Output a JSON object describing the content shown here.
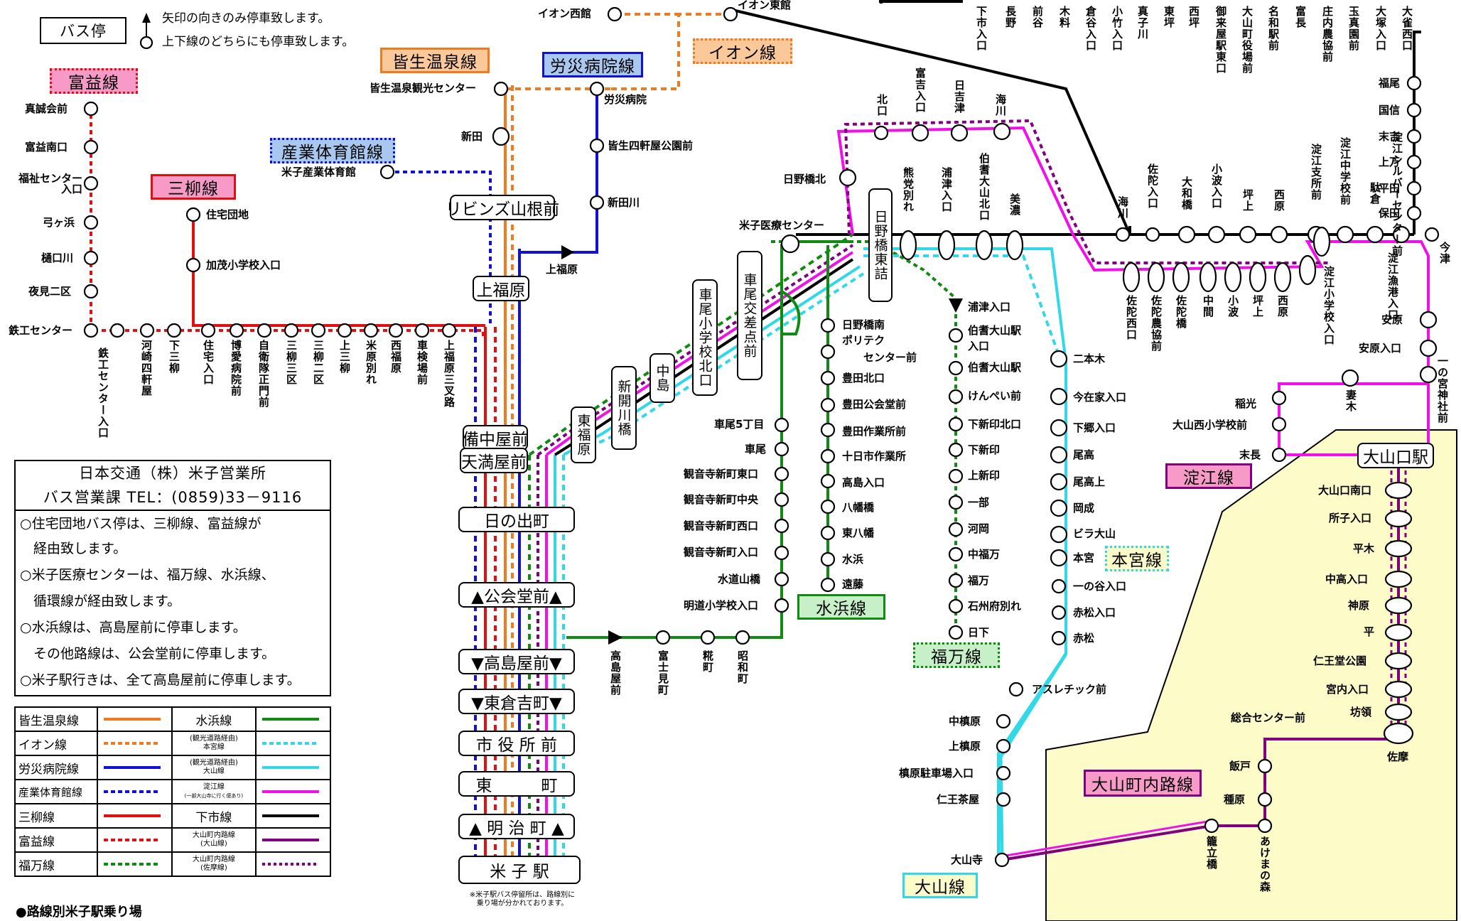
{
  "title_legend": {
    "bus_stop": "バス停",
    "arrow_note": "矢印の向きのみ停車致します。",
    "both_note": "上下線のどちらにも停車致します。",
    "platform_note": "●路線別米子駅乗り場",
    "station_note": "※米子駅バス停留所は、路線別に乗り場が分かれております。"
  },
  "company": {
    "name": "日本交通（株）米子営業所",
    "tel": "バス営業課 TEL：(0859)33－9116",
    "notes": [
      "○住宅団地バス停は、三柳線、富益線が",
      "　経由致します。",
      "○米子医療センターは、福万線、水浜線、",
      "　循環線が経由致します。",
      "○水浜線は、高島屋前に停車します。",
      "　その他路線は、公会堂前に停車します。",
      "○米子駅行きは、全て高島屋前に停車します。"
    ]
  },
  "route_labels": {
    "tomimasu": "富益線",
    "mitsuyanagi": "三柳線",
    "sangyo": "産業体育館線",
    "kaike": "皆生温泉線",
    "rosai": "労災病院線",
    "aeon": "イオン線",
    "mizuhama": "水浜線",
    "fukuman": "福万線",
    "motomiya": "本宮線",
    "daisen": "大山線",
    "yodoe": "淀江線",
    "daisencho": "大山町内路線"
  },
  "colors": {
    "kaike": "#f07a20",
    "aeon": "#f07a20",
    "rosai": "#1010d8",
    "sangyo": "#1010d8",
    "mitsuyanagi": "#e01010",
    "tomimasu": "#e01010",
    "fukuman": "#108a10",
    "mizuhama": "#108a10",
    "motomiya": "#30d8e8",
    "daisen": "#30d8e8",
    "yodoe": "#f010e8",
    "shimoichi": "#000000",
    "daisencho": "#800080",
    "tag_pink": "#f79ac8",
    "tag_orange": "#fbc89a",
    "tag_blue": "#a8c8f0",
    "tag_green": "#c8f0c8",
    "tag_yellow": "#fdfbc8",
    "tag_red": "#f79ac8"
  },
  "trunk_boxes": [
    "リビンズ山根前",
    "上福原",
    "備中屋前",
    "天満屋前",
    "日の出町",
    "▲公会堂前▲",
    "▼高島屋前▼",
    "▼東倉吉町▼",
    "市 役 所 前",
    "東　　　町",
    "▲ 明 治 町 ▲",
    "米 子 駅"
  ],
  "diag_boxes": [
    "東福原",
    "新開川橋",
    "中島",
    "車尾小学校北口",
    "車尾交差点前",
    "日野橋東詰"
  ],
  "terminal_box": "大山口駅",
  "stops": {
    "aeon_nishi": "イオン西館",
    "aeon_higashi": "イオン東館",
    "kaike_kanko": "皆生温泉観光センター",
    "shinden": "新田",
    "rosai_byoin": "労災病院",
    "kaike4": "皆生四軒屋公園前",
    "shindengawa": "新田川",
    "sangyo_gym": "米子産業体育館",
    "kamifukuhara_arrow": "上福原",
    "shinseikai": "真誠会前",
    "tomimasu_minami": "富益南口",
    "fukushi_center": "福祉センター入口",
    "yumigahama": "弓ヶ浜",
    "hiyokawa": "樋口川",
    "yomiganiku": "夜見二区",
    "tekko_center": "鉄工センター",
    "jutaku": "住宅団地",
    "kamo": "加茂小学校入口",
    "hinohashi_kita": "日野橋北",
    "yonago_iryo": "米子医療センター",
    "hinohashi_minami": "日野橋南",
    "politech": "ポリテク",
    "politech2": "センター前",
    "toyota_kita": "豊田北口",
    "toyota_kodo": "豊田公会堂前",
    "toyota_sagyo": "豊田作業所前",
    "jumonji": "十日市作業所",
    "takashima_iri": "高島入口",
    "hachiman": "八幡橋",
    "higashi_hachiman": "東八幡",
    "mizuhama_st": "水浜",
    "ento": "遠藤",
    "kuzumo5": "車尾5丁目",
    "kuzumo": "車尾",
    "kannonji_higashi": "観音寺新町東口",
    "kannonji_naka": "観音寺新町中央",
    "kannonji_nishi": "観音寺新町西口",
    "kannonji_iri": "観音寺新町入口",
    "suido": "水道山橋",
    "meido": "明道小学校入口",
    "hoki_daisen_iri1": "浦津入口",
    "hoki_daisen_iri2": "伯耆大山駅",
    "hoki_daisen_iri3": "入口",
    "hoki_daisen_eki": "伯耆大山駅",
    "kenbei": "けんぺい前",
    "shimoshinin_kita": "下新印北口",
    "shimoshinin": "下新印",
    "kamishinin": "上新印",
    "ichibu": "一部",
    "kawaoka": "河岡",
    "nakafukuman": "中福万",
    "fukuman_st": "福万",
    "ishikawa": "石州府別れ",
    "hishimo": "日下",
    "nihongi": "二本木",
    "imazaike": "今在家入口",
    "shimogo": "下郷入口",
    "obataka": "尾高",
    "obataka_ue": "尾高上",
    "okanari": "岡成",
    "birauchi": "ビラ大山",
    "motomiya_st": "本宮",
    "ichinotani": "一の谷入口",
    "akamatsu_iri": "赤松入口",
    "akamatsu": "赤松",
    "athletic": "アスレチック前",
    "nakamakihara": "中槙原",
    "kamimakihara": "上槙原",
    "makihara_chusha": "槙原駐車場入口",
    "nioujaya": "仁王茶屋",
    "daisenji": "大山寺",
    "daisenguchi_minami": "大山口南口",
    "shoshi": "所子入口",
    "hiraki": "平木",
    "nakataka": "中高入口",
    "kanbara": "神原",
    "taira": "平",
    "niodo": "仁王堂公園",
    "miyauchi": "宮内入口",
    "bouryou": "坊領",
    "saima": "佐摩",
    "sogo": "総合センター前",
    "iido": "飯戸",
    "tanehara": "種原",
    "inakura": "稲光",
    "daisen_nishi_sho": "大山西小学校前",
    "suenaga": "末長",
    "fukuo": "福尾",
    "kuninobu": "国信",
    "sueyoshi": "末吉",
    "kamimanbo": "上万",
    "hirata": "平田",
    "yasuda": "保田",
    "imazu": "今津",
    "yasuhara": "安原",
    "yasuhara_iri": "安原入口"
  },
  "vstops": {
    "tekko_iri": "鉄工センター入口",
    "kawasaki4": "河崎四軒屋",
    "shimomitsuyanagi": "下三柳",
    "jutaku_iri": "住宅入口",
    "hakuai": "博愛病院前",
    "jieitai": "自衛隊正門前",
    "mitsuyanagi3": "三柳三区",
    "mitsuyanagi2": "三柳二区",
    "kamimitsuyanagi": "上三柳",
    "yonehara": "米原別れ",
    "nishifukuhara": "西福原",
    "shaken": "車検場前",
    "kamifukuhara3": "上福原三叉路",
    "takashimaya_v": "高島屋前",
    "fujimi": "富士見町",
    "momi": "糀町",
    "showa": "昭和町",
    "kita": "北口",
    "tomiyoshi": "富吉入口",
    "hiyoshi": "日吉津",
    "kaigawa": "海川",
    "kumato": "熊党別れ",
    "uratsu": "浦津入口",
    "hokidaisen_kita": "伯耆大山北口",
    "mino": "美濃",
    "simoichi_iri": "下市入口",
    "nagano": "長野",
    "maedani": "前谷",
    "kiryo": "木料",
    "kurayoshi": "倉谷入口",
    "kotake": "小竹入口",
    "maruko": "真子川",
    "tonbo": "東坪",
    "saibo": "西坪",
    "mikuriya": "御来屋駅東口",
    "daisencho_yakuba": "大山町役場前",
    "nawa": "名和駅前",
    "tomicho": "富長",
    "shonai": "庄内農協前",
    "tamashin": "玉真園前",
    "otsuka": "大塚入口",
    "osaki_nishi": "大雀西口",
    "kaisen": "海川",
    "sada_iri": "佐陀入口",
    "daiwa": "大和橋",
    "obami": "小波入口",
    "tsuboue": "坪上",
    "nishibara": "西原",
    "yodoe_shisho": "淀江支所前",
    "yodoe_chu": "淀江中学校前",
    "ekura": "駄倉",
    "yodoe_silver": "淀江シルバーセンター前",
    "sada_nishi": "佐陀西口",
    "sada_nokyo": "佐陀農協前",
    "sada_bashi": "佐陀橋",
    "nakama": "中間",
    "obami2": "小波",
    "tsuboue2": "坪上",
    "nishibara2": "西原",
    "yodoe_sho": "淀江小学校入口",
    "yodoe_gyoko": "淀江漁港入口",
    "ichinomiya": "一の宮神社前",
    "tsumaki": "妻木",
    "kago": "籠立橋",
    "akemano": "あけまの森",
    "takashimaya_v2": "高島屋前"
  },
  "legend": [
    [
      "皆生温泉線",
      "水浜線"
    ],
    [
      "イオン線",
      "(観光道路経由)本宮線"
    ],
    [
      "労災病院線",
      "(観光道路経由)大山線"
    ],
    [
      "産業体育館線",
      "淀江線"
    ],
    [
      "三柳線",
      "下市線"
    ],
    [
      "富益線",
      "大山町内路線(大山線)"
    ],
    [
      "福万線",
      "大山町内路線(佐摩線)"
    ]
  ],
  "legend_sub": {
    "mot": "(観光道路経由)",
    "mot2": "本宮線",
    "dai": "(観光道路経由)",
    "dai2": "大山線",
    "yod_note": "(一部大山寺に行く便あり)",
    "dcho1": "大山町内路線",
    "dcho1b": "(大山線)",
    "dcho2": "大山町内路線",
    "dcho2b": "(佐摩線)"
  }
}
